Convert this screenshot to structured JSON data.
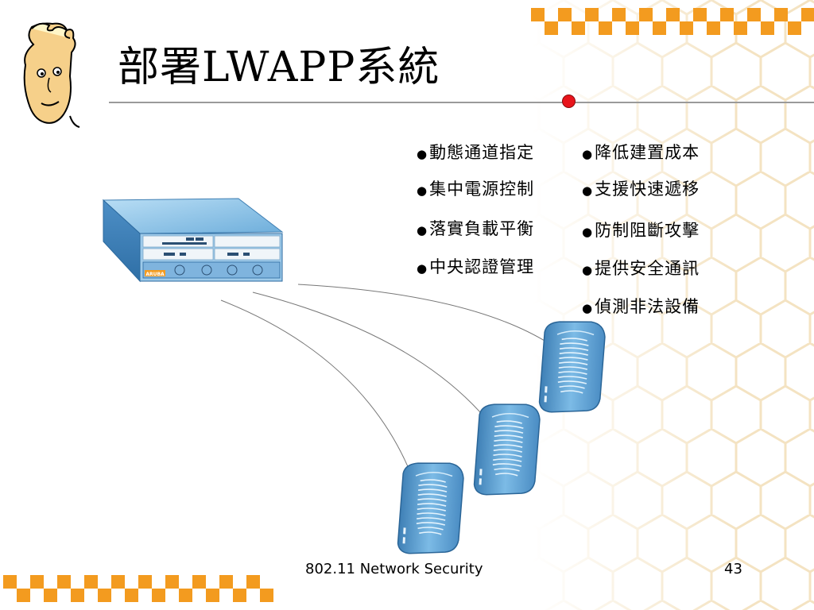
{
  "slide": {
    "title": "部署LWAPP系統",
    "bullets_left": [
      "動態通道指定",
      "集中電源控制",
      "落實負載平衡",
      "中央認證管理"
    ],
    "bullets_right": [
      "降低建置成本",
      "支援快速遞移",
      "防制阻斷攻擊",
      "提供安全通訊",
      "偵測非法設備"
    ],
    "controller_brand": "ARUBA",
    "footer": "802.11 Network Security",
    "page_number": "43"
  },
  "colors": {
    "accent": "#f39b1f",
    "title_dot": "#e8141b",
    "device_blue": "#5fa3d6",
    "hex_lines": "#f4e3c2"
  },
  "icons": [
    "cartoon-face-icon",
    "controller-icon",
    "access-point-icon",
    "bullet-icon"
  ]
}
